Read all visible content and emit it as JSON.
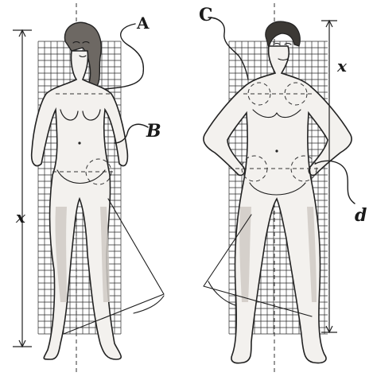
{
  "figure": {
    "labels": {
      "a": "A",
      "b": "B",
      "c": "C",
      "d": "d",
      "x_left": "x",
      "x_right": "x"
    },
    "colors": {
      "ink": "#1c1c1c",
      "paper": "#ffffff",
      "skin": "#f3f1ee",
      "shadow": "#cfcac4"
    }
  }
}
